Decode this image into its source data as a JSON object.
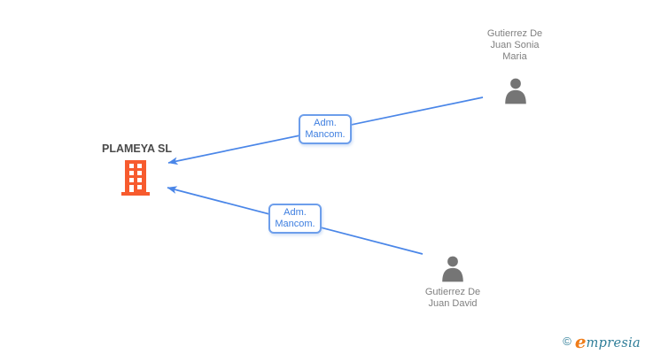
{
  "company": {
    "name": "PLAMEYA SL"
  },
  "persons": [
    {
      "name": "Gutierrez De Juan Sonia Maria"
    },
    {
      "name": "Gutierrez De Juan David"
    }
  ],
  "relations": [
    {
      "from": "Gutierrez De Juan Sonia Maria",
      "to": "PLAMEYA SL",
      "label": "Adm. Mancom."
    },
    {
      "from": "Gutierrez De Juan David",
      "to": "PLAMEYA SL",
      "label": "Adm. Mancom."
    }
  ],
  "footer": {
    "copyright_symbol": "©",
    "brand_initial": "e",
    "brand_rest": "mpresia"
  },
  "colors": {
    "background": "#ffffff",
    "line_blue": "#4a86e8",
    "label_border": "#6d9eeb",
    "label_text": "#3d7ee0",
    "company_color": "#f75b2e",
    "person_color": "#757575",
    "name_text": "#808080",
    "company_text": "#4a4a4a",
    "brand_orange": "#ef7d1a",
    "brand_teal": "#2e7d98"
  }
}
